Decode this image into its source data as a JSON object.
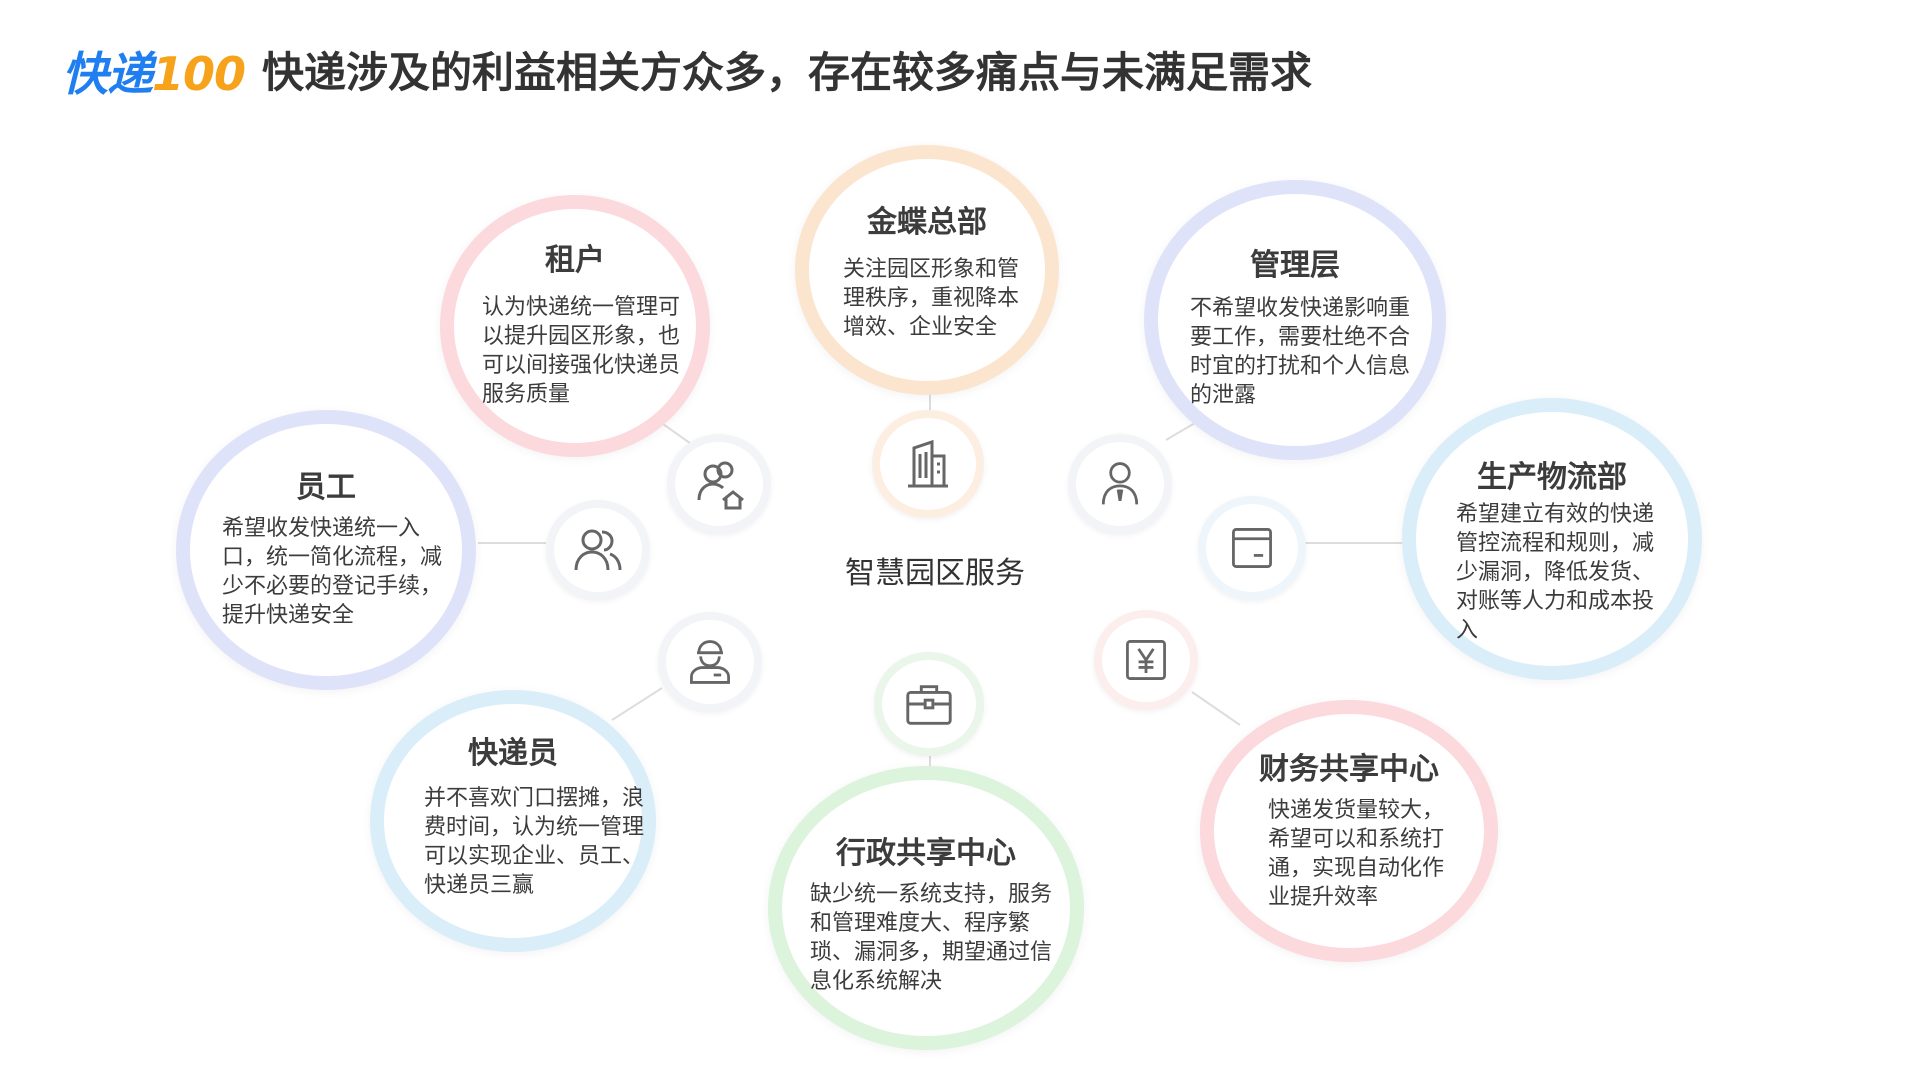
{
  "header": {
    "logo_text": "快递",
    "logo_number": "100",
    "title": "快递涉及的利益相关方众多，存在较多痛点与未满足需求"
  },
  "center": {
    "label": "智慧园区服务"
  },
  "stakeholders": [
    {
      "name": "金蝶总部",
      "desc": "关注园区形象和管理秩序，重视降本增效、企业安全",
      "ring_color": "#fbe5cf",
      "icon": "building-icon"
    },
    {
      "name": "租户",
      "desc": "认为快递统一管理可以提升园区形象，也可以间接强化快递员服务质量",
      "ring_color": "#fbd9dc",
      "icon": "tenant-home-icon"
    },
    {
      "name": "管理层",
      "desc": "不希望收发快递影响重要工作，需要杜绝不合时宜的打扰和个人信息的泄露",
      "ring_color": "#dfe3fa",
      "icon": "manager-icon"
    },
    {
      "name": "员工",
      "desc": "希望收发快递统一入口，统一简化流程，减少不必要的登记手续，提升快递安全",
      "ring_color": "#dfe3fa",
      "icon": "users-icon"
    },
    {
      "name": "生产物流部",
      "desc": "希望建立有效的快递管控流程和规则，减少漏洞，降低发货、对账等人力和成本投入",
      "ring_color": "#d9eef9",
      "icon": "box-icon"
    },
    {
      "name": "快递员",
      "desc": "并不喜欢门口摆摊，浪费时间，认为统一管理可以实现企业、员工、快递员三赢",
      "ring_color": "#d9eef9",
      "icon": "courier-icon"
    },
    {
      "name": "行政共享中心",
      "desc": "缺少统一系统支持，服务和管理难度大、程序繁琐、漏洞多，期望通过信息化系统解决",
      "ring_color": "#dcf3dc",
      "icon": "briefcase-icon"
    },
    {
      "name": "财务共享中心",
      "desc": "快递发货量较大，希望可以和系统打通，实现自动化作业提升效率",
      "ring_color": "#fbd9dc",
      "icon": "yuan-icon"
    }
  ]
}
